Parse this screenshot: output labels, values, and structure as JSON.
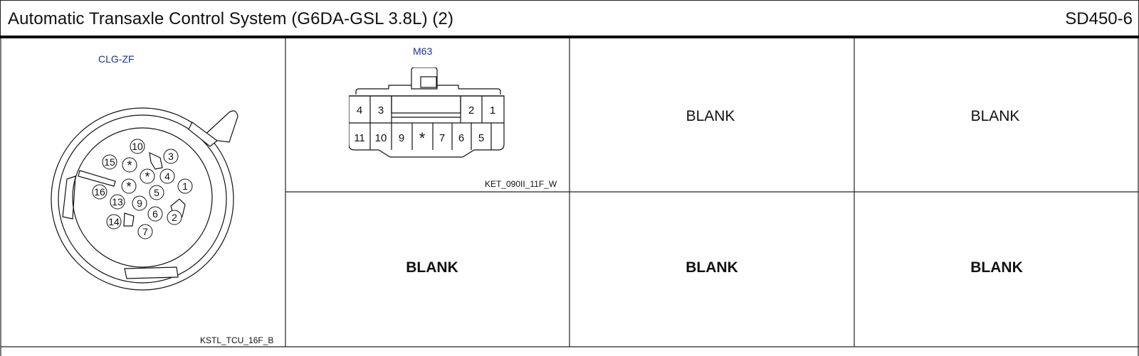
{
  "header": {
    "title": "Automatic Transaxle Control System (G6DA-GSL 3.8L) (2)",
    "page_code": "SD450-6"
  },
  "connectors": {
    "left": {
      "label": "CLG-ZF",
      "part_code": "KSTL_TCU_16F_B",
      "pins": [
        "10",
        "3",
        "15",
        "*",
        "*",
        "4",
        "1",
        "16",
        "*",
        "5",
        "13",
        "9",
        "6",
        "2",
        "14",
        "7"
      ]
    },
    "middle": {
      "label": "M63",
      "part_code": "KET_090II_11F_W",
      "top_row": [
        "4",
        "3",
        "2",
        "1"
      ],
      "bottom_row": [
        "11",
        "10",
        "9",
        "*",
        "7",
        "6",
        "5"
      ]
    }
  },
  "blanks": {
    "r1c3": "BLANK",
    "r1c4": "BLANK",
    "r2c2": "BLANK",
    "r2c3": "BLANK",
    "r2c4": "BLANK"
  }
}
